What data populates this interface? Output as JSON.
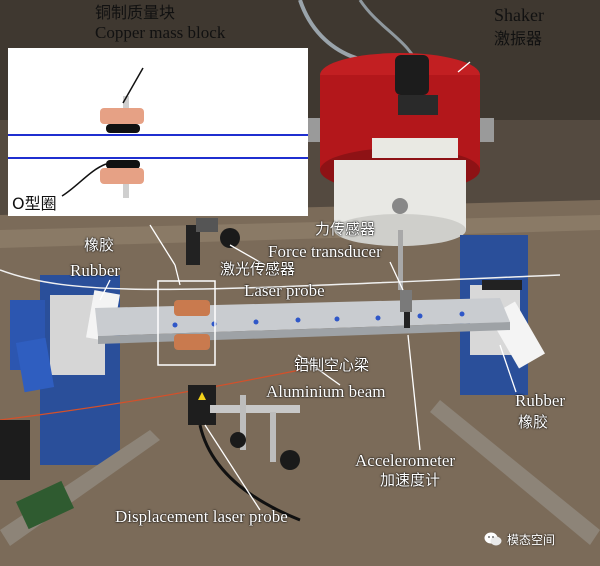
{
  "labels": {
    "copper_zh": "铜制质量块",
    "copper_en": "Copper mass block",
    "shaker_en": "Shaker",
    "shaker_zh": "激振器",
    "oring_zh": "O型圈",
    "rubber_left_zh": "橡胶",
    "rubber_left_en": "Rubber",
    "laser_zh": "激光传感器",
    "laser_en": "Laser probe",
    "force_zh": "力传感器",
    "force_en": "Force transducer",
    "beam_zh": "铝制空心梁",
    "beam_en": "Aluminium beam",
    "rubber_right_en": "Rubber",
    "rubber_right_zh": "橡胶",
    "accel_en": "Accelerometer",
    "accel_zh": "加速度计",
    "displacement_en": "Displacement laser probe"
  },
  "watermark": {
    "text": "模态空间",
    "icon": "wechat-icon"
  },
  "colors": {
    "shaker_body": "#b3171b",
    "copper": "#d9906a",
    "beam": "#c9ccd0",
    "beam_dots": "#2f57c8",
    "inset_lines": "#1f2fd0",
    "base_plate": "#7a6a58",
    "blue_support": "#2a4f9a"
  }
}
